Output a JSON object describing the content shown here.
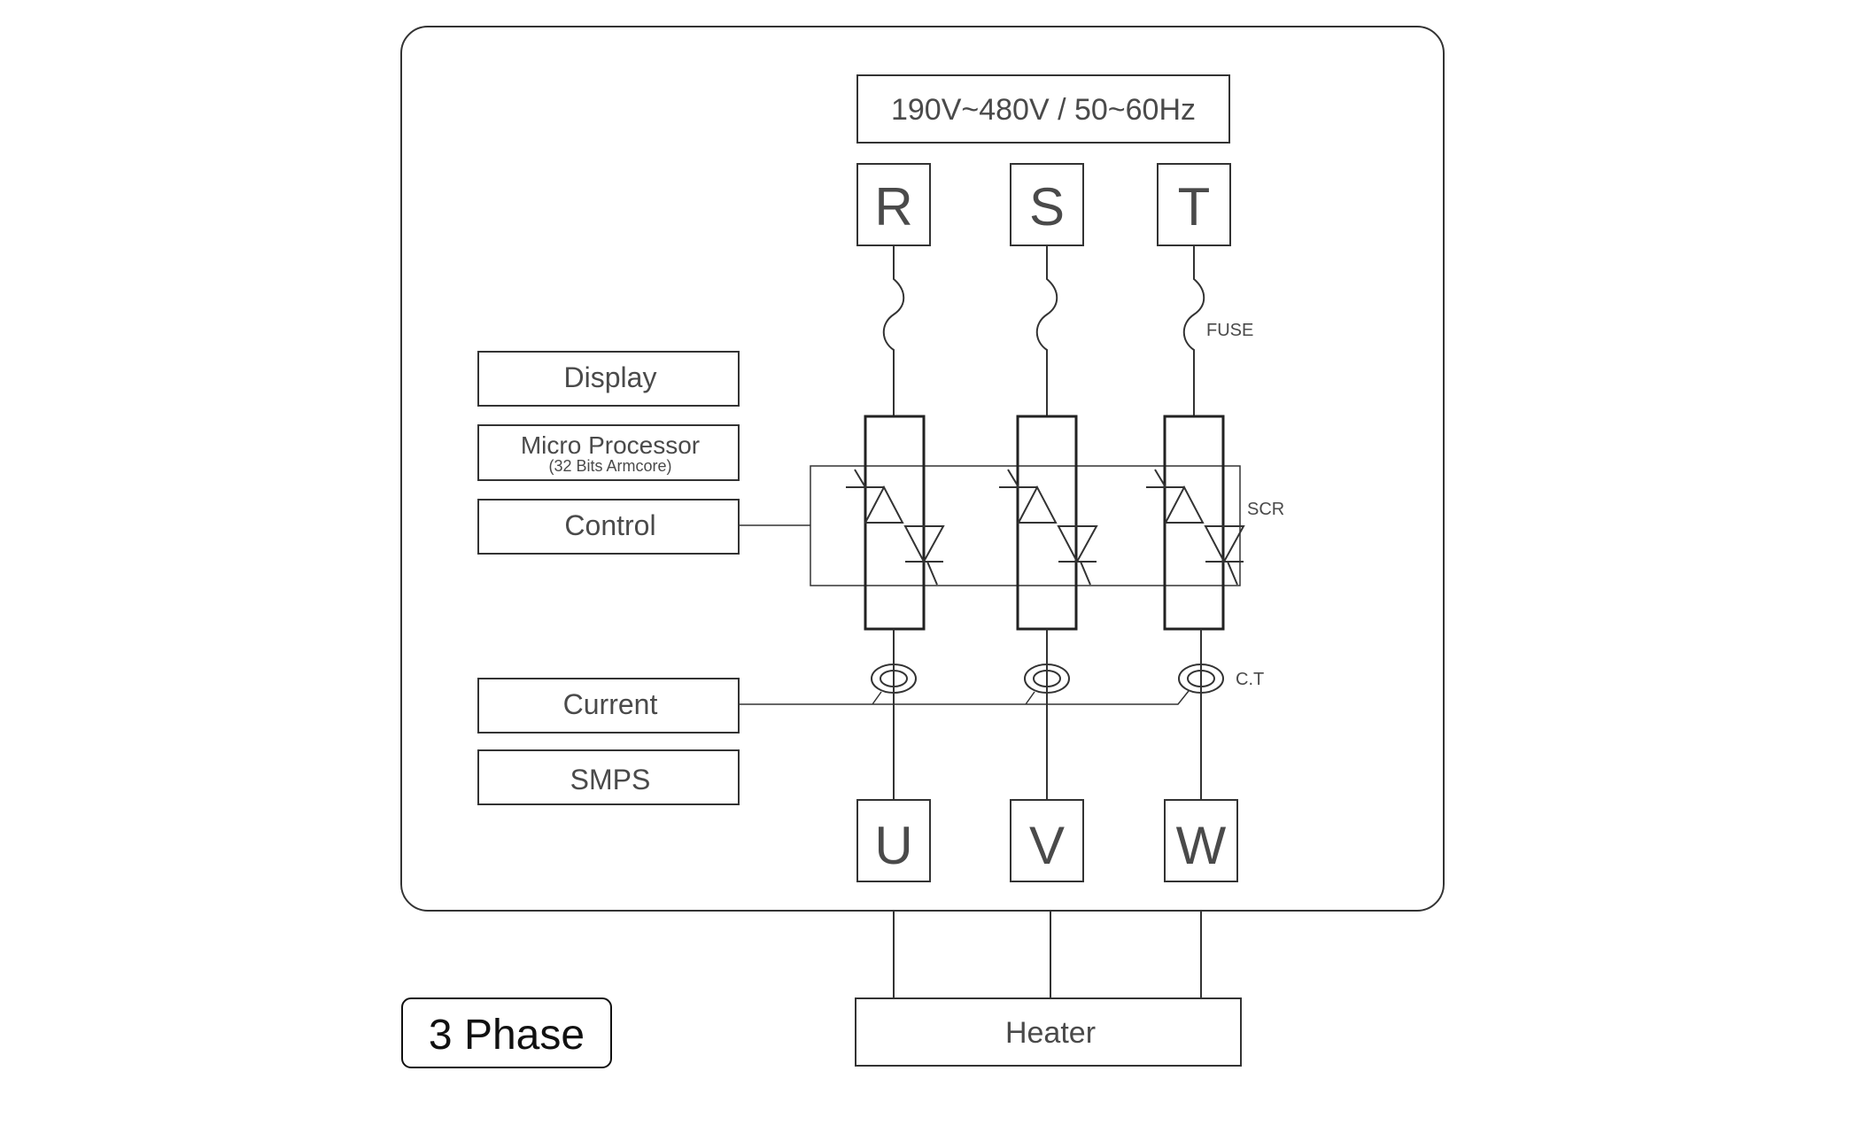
{
  "supply": {
    "label": "190V~480V / 50~60Hz"
  },
  "inputs": [
    "R",
    "S",
    "T"
  ],
  "outputs": [
    "U",
    "V",
    "W"
  ],
  "annotations": {
    "fuse": "FUSE",
    "scr": "SCR",
    "ct": "C.T"
  },
  "modules": {
    "display": "Display",
    "microprocessor": "Micro Processor",
    "microprocessor_sub": "(32 Bits Armcore)",
    "control": "Control",
    "current": "Current",
    "smps": "SMPS"
  },
  "load": {
    "label": "Heater"
  },
  "badge": {
    "label": "3 Phase"
  },
  "colors": {
    "line": "#333333",
    "text": "#4a4a4a",
    "background": "#ffffff"
  }
}
